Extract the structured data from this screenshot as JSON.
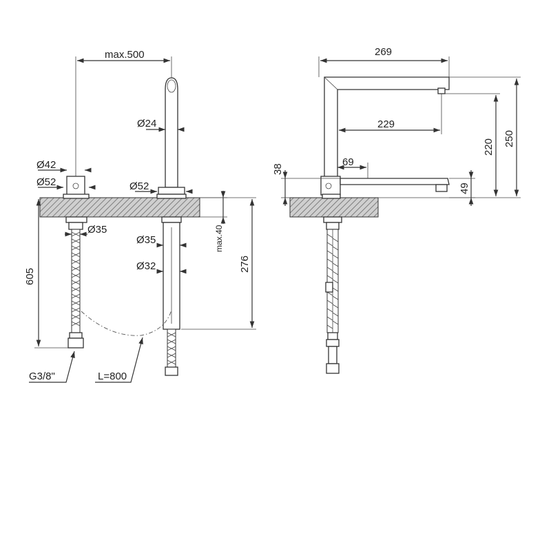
{
  "front_view": {
    "reach_max": "max.500",
    "dia_tube": "Ø24",
    "dia_handle": "Ø42",
    "dia_lever_base": "Ø52",
    "dia_spout_base": "Ø52",
    "dia_hose": "Ø35",
    "dia_shank_upper": "Ø35",
    "dia_shank_lower": "Ø32",
    "deck_max": "max.40",
    "hose_length": "605",
    "shank_length": "276",
    "thread": "G3/8\"",
    "flex_length": "L=800"
  },
  "side_view": {
    "reach": "269",
    "inner_reach": "229",
    "handle_offset": "69",
    "lever_height": "38",
    "spray_height": "49",
    "outlet_height": "220",
    "total_height": "250"
  }
}
